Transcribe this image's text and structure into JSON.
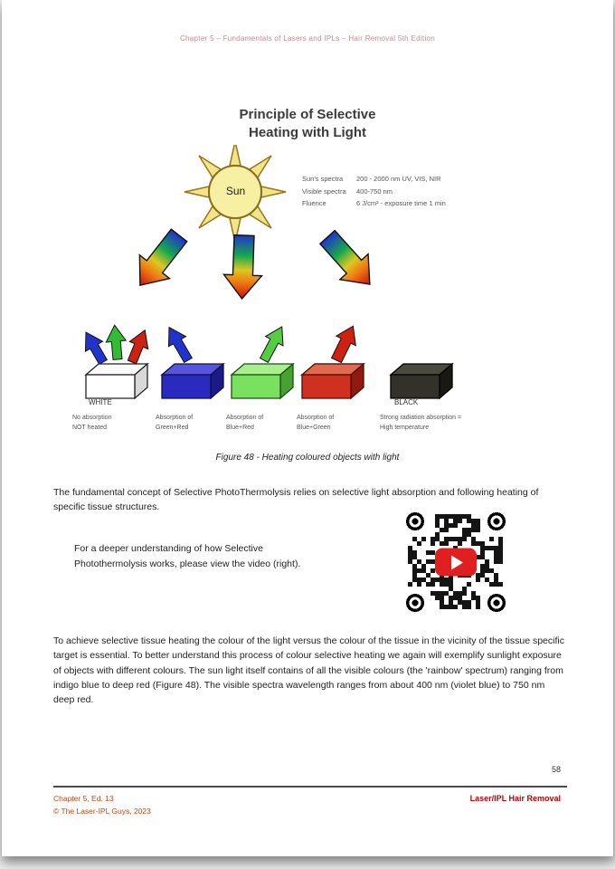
{
  "header": {
    "text": "Chapter 5 – Fundamentals of Lasers and IPLs – Hair Removal 5th Edition"
  },
  "figure": {
    "title_line1": "Principle of Selective",
    "title_line2": "Heating with Light",
    "sun_label": "Sun",
    "spectra": [
      {
        "label": "Sun's spectra",
        "value": "200 - 2000 nm UV, VIS, NIR"
      },
      {
        "label": "Visible spectra",
        "value": "400-750 nm"
      },
      {
        "label": "Fluence",
        "value": "6 J/cm² - exposure time 1 min"
      }
    ],
    "boxes": [
      {
        "name": "WHITE",
        "desc_line1": "No absorption",
        "desc_line2": "NOT heated"
      },
      {
        "name": "",
        "desc_line1": "Absorption of",
        "desc_line2": "Green+Red"
      },
      {
        "name": "",
        "desc_line1": "Absorption of",
        "desc_line2": "Blue+Red"
      },
      {
        "name": "",
        "desc_line1": "Absorption of",
        "desc_line2": "Blue+Green"
      },
      {
        "name": "BLACK",
        "desc_line1": "Strong radiation absorption =",
        "desc_line2": "High temperature"
      }
    ],
    "caption": "Figure 48 - Heating coloured objects with light"
  },
  "body": {
    "paragraph1": "The fundamental concept of Selective PhotoThermolysis relies on selective light absorption and following heating of specific tissue structures.",
    "video_line1": "For a deeper understanding of how Selective",
    "video_line2": "Photothermolysis works, please view the video (right).",
    "paragraph2": "To achieve selective tissue heating the colour of the light versus the colour of the tissue in the vicinity of the tissue specific target is essential. To better understand this process of colour selective heating we again will exemplify sunlight exposure of objects with different colours. The sun light itself contains of all the visible colours (the 'rainbow' spectrum) ranging from indigo blue to deep red (Figure 48). The visible spectra wavelength ranges from about 400 nm (violet blue) to 750 nm deep red."
  },
  "footer": {
    "page_number": "58",
    "left_line1": "Chapter 5, Ed. 13",
    "left_line2": "© The Laser-IPL Guys, 2023",
    "right": "Laser/IPL Hair Removal"
  },
  "colors": {
    "footer_orange": "#d3430d",
    "footer_red": "#c00000",
    "youtube_red": "#e02020"
  }
}
